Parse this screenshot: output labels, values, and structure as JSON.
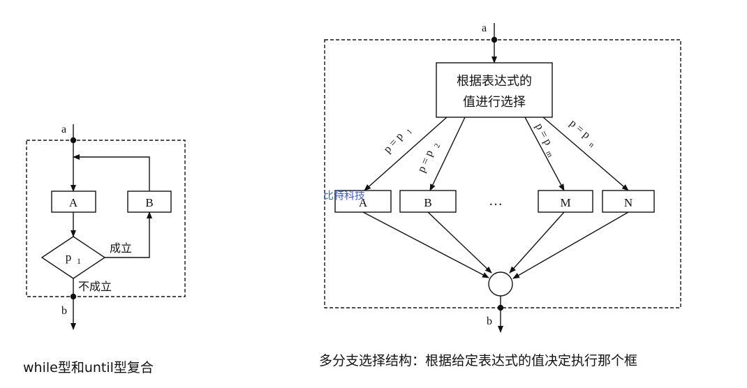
{
  "left_diagram": {
    "caption": "while型和until型复合",
    "entry_label": "a",
    "exit_label": "b",
    "box_a_label": "A",
    "box_b_label": "B",
    "decision_label": "p",
    "decision_subscript": "1",
    "true_branch_label": "成立",
    "false_branch_label": "不成立"
  },
  "right_diagram": {
    "caption": "多分支选择结构：根据给定表达式的值决定执行那个框",
    "entry_label": "a",
    "exit_label": "b",
    "selector_line1": "根据表达式的",
    "selector_line2": "值进行选择",
    "branches": [
      {
        "box": "A",
        "cond": "p = p",
        "sub": "1"
      },
      {
        "box": "B",
        "cond": "p = p",
        "sub": "2"
      },
      {
        "box": "M",
        "cond": "p = p",
        "sub": "m"
      },
      {
        "box": "N",
        "cond": "p = p",
        "sub": "n"
      }
    ],
    "ellipsis": "…",
    "watermark": "比特科技",
    "watermark_color": "#3b5bdb"
  }
}
